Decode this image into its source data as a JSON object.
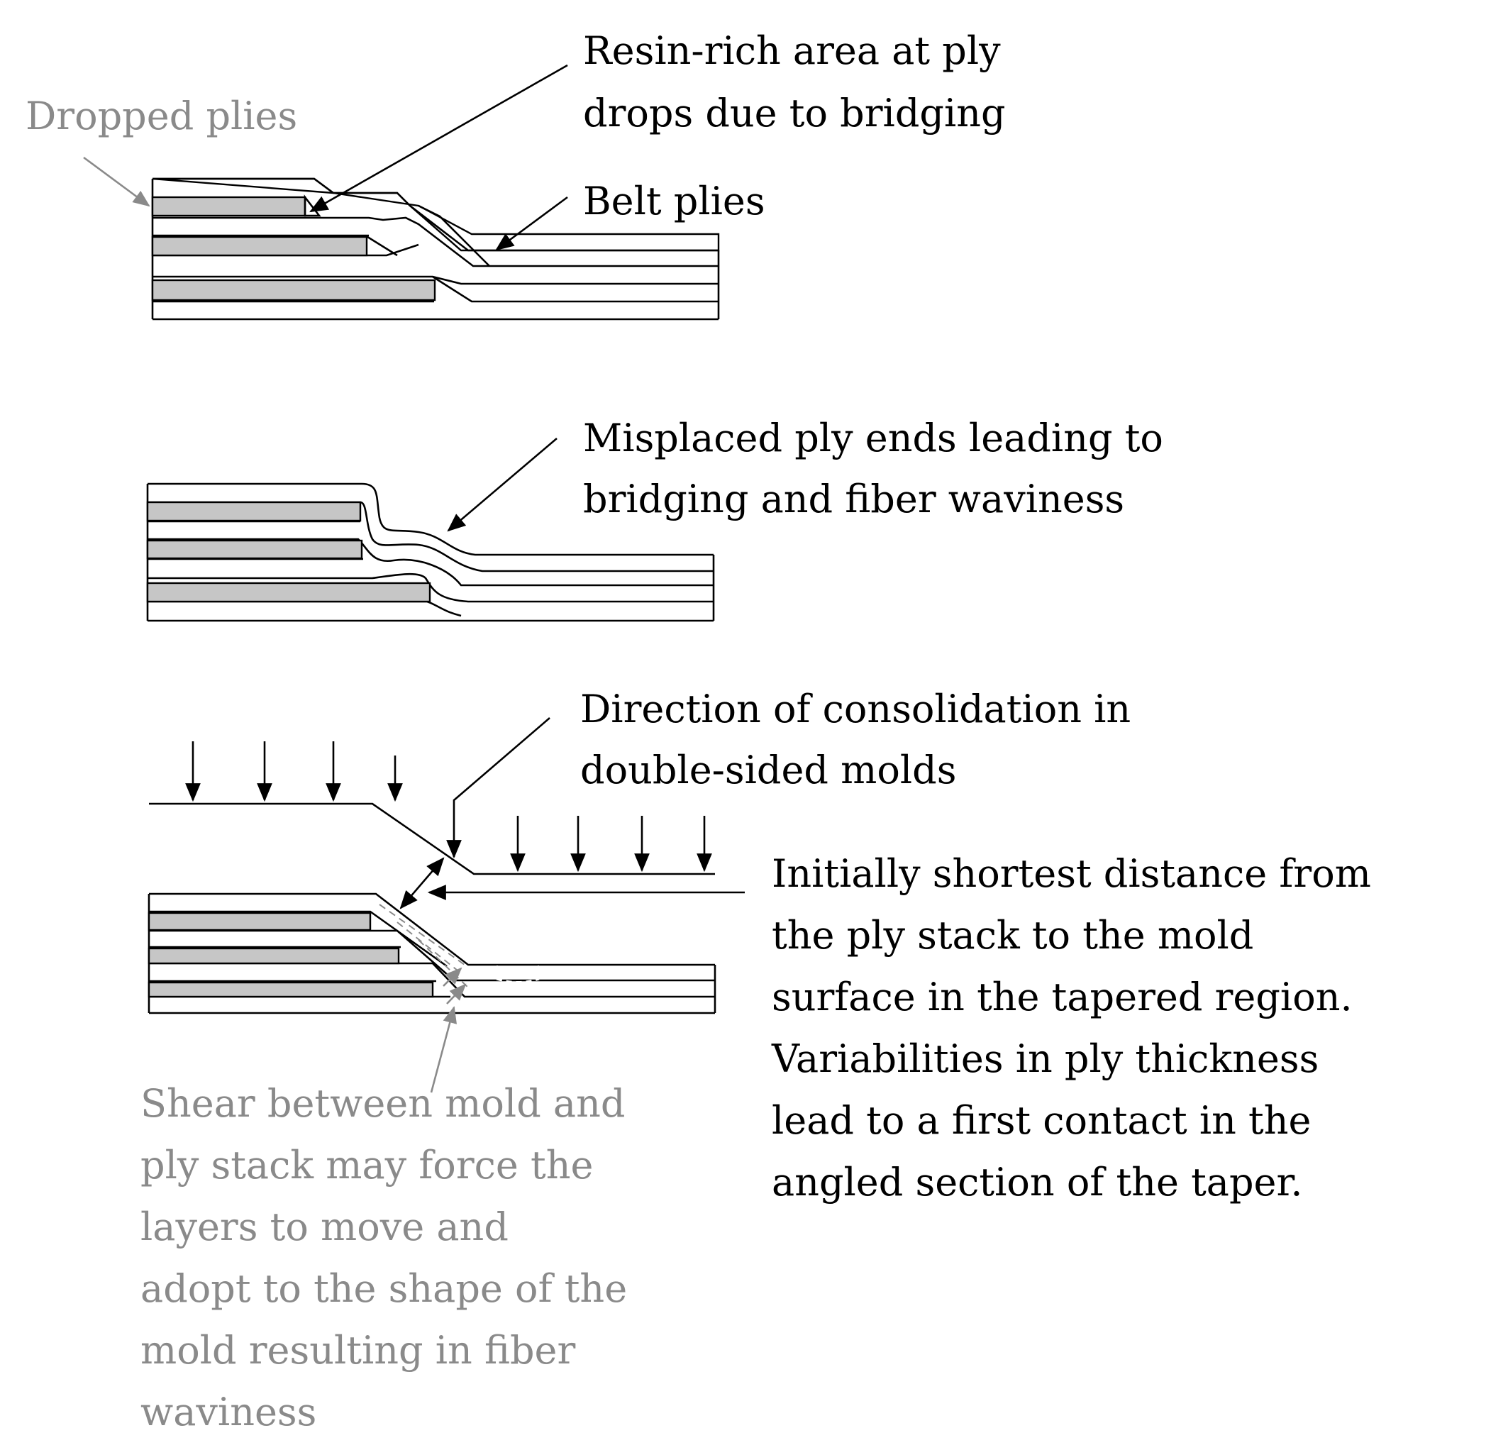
{
  "labels": {
    "dropped_plies": "Dropped plies",
    "resin_rich": [
      "Resin-rich area at ply",
      "drops due to bridging"
    ],
    "belt_plies": "Belt plies",
    "misplaced": [
      "Misplaced ply ends leading to",
      "bridging and fiber waviness"
    ],
    "direction": [
      "Direction of consolidation in",
      "double-sided molds"
    ],
    "initially": [
      "Initially shortest distance from",
      "the ply stack to the mold",
      "surface in the tapered region.",
      "Variabilities in ply thickness",
      "lead to a first contact in the",
      "angled section of the taper."
    ],
    "shear": [
      "Shear between mold and",
      "ply stack may force the",
      "layers to move and",
      "adopt to the shape of the",
      "mold resulting in fiber",
      "waviness"
    ]
  },
  "colors": {
    "dropped_ply_fill": "#c6c6c6",
    "grey_text": "#8a8a8a",
    "line": "#000000"
  }
}
